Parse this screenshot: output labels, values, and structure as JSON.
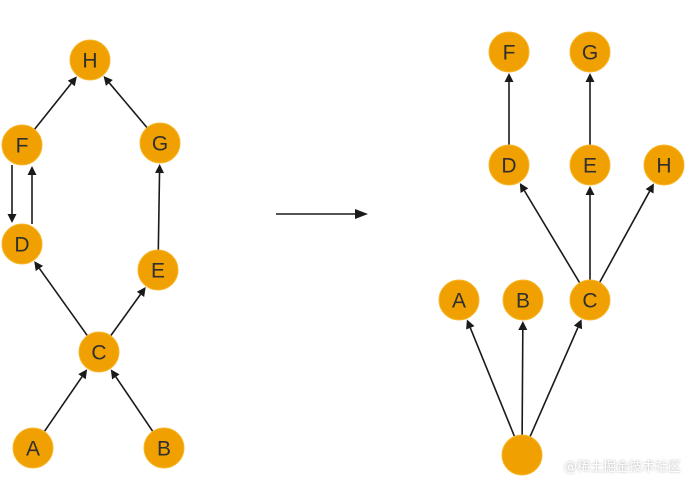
{
  "colors": {
    "node_fill": "#f0a000",
    "edge": "#1a1a1a",
    "label": "#303030"
  },
  "left_graph": {
    "nodes": [
      {
        "id": "H",
        "label": "H"
      },
      {
        "id": "F",
        "label": "F"
      },
      {
        "id": "G",
        "label": "G"
      },
      {
        "id": "D",
        "label": "D"
      },
      {
        "id": "E",
        "label": "E"
      },
      {
        "id": "C",
        "label": "C"
      },
      {
        "id": "A",
        "label": "A"
      },
      {
        "id": "B",
        "label": "B"
      }
    ],
    "edges": [
      {
        "from": "F",
        "to": "H"
      },
      {
        "from": "G",
        "to": "H"
      },
      {
        "from": "F",
        "to": "D"
      },
      {
        "from": "D",
        "to": "F"
      },
      {
        "from": "E",
        "to": "G"
      },
      {
        "from": "C",
        "to": "D"
      },
      {
        "from": "C",
        "to": "E"
      },
      {
        "from": "A",
        "to": "C"
      },
      {
        "from": "B",
        "to": "C"
      }
    ]
  },
  "right_graph": {
    "nodes": [
      {
        "id": "F",
        "label": "F"
      },
      {
        "id": "G",
        "label": "G"
      },
      {
        "id": "D",
        "label": "D"
      },
      {
        "id": "E",
        "label": "E"
      },
      {
        "id": "H",
        "label": "H"
      },
      {
        "id": "A",
        "label": "A"
      },
      {
        "id": "B",
        "label": "B"
      },
      {
        "id": "C",
        "label": "C"
      },
      {
        "id": "ROOT",
        "label": ""
      }
    ],
    "edges": [
      {
        "from": "D",
        "to": "F"
      },
      {
        "from": "E",
        "to": "G"
      },
      {
        "from": "C",
        "to": "D"
      },
      {
        "from": "C",
        "to": "E"
      },
      {
        "from": "C",
        "to": "H"
      },
      {
        "from": "ROOT",
        "to": "A"
      },
      {
        "from": "ROOT",
        "to": "B"
      },
      {
        "from": "ROOT",
        "to": "C"
      }
    ]
  },
  "watermark": "@稀土掘金技术社区"
}
